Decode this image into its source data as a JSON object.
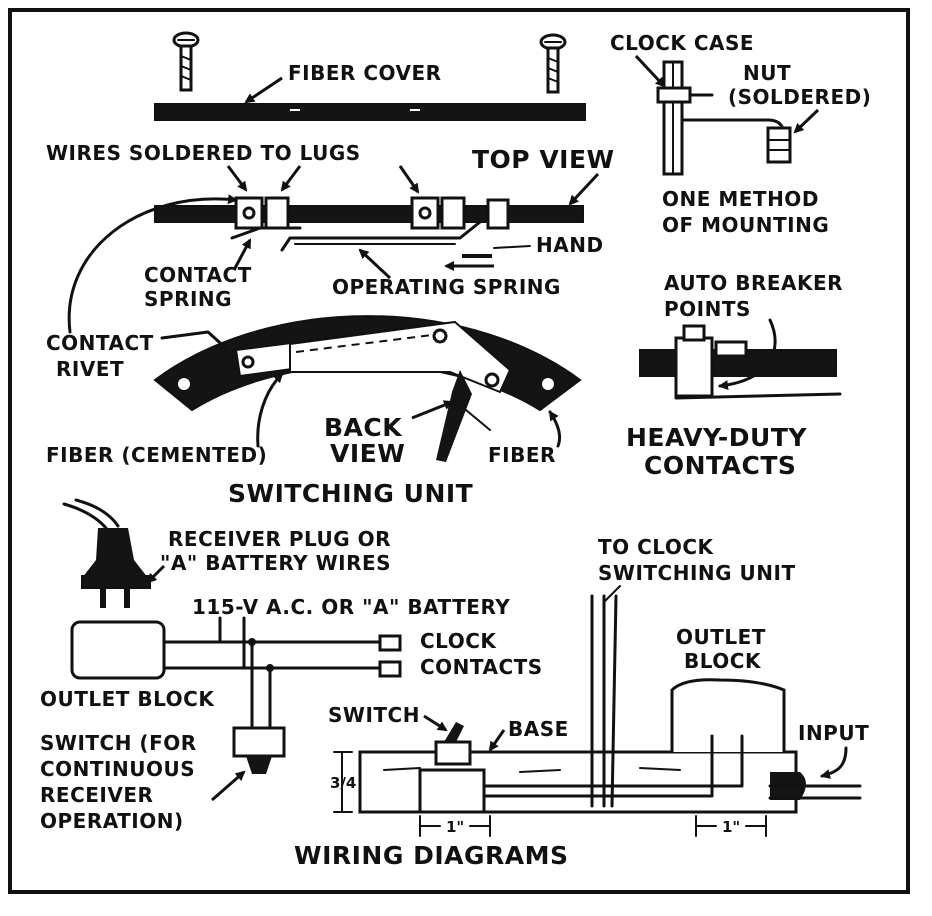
{
  "labels": {
    "fiber_cover": "FIBER COVER",
    "clock_case": "CLOCK CASE",
    "nut": "NUT",
    "soldered": "(SOLDERED)",
    "wires_soldered": "WIRES SOLDERED TO LUGS",
    "top_view": "TOP VIEW",
    "one_method": "ONE METHOD",
    "of_mounting": "OF MOUNTING",
    "hand": "HAND",
    "contact": "CONTACT",
    "spring": "SPRING",
    "operating_spring": "OPERATING SPRING",
    "auto_breaker": "AUTO BREAKER",
    "points": "POINTS",
    "contact2": "CONTACT",
    "rivet": "RIVET",
    "back": "BACK",
    "view": "VIEW",
    "fiber_cemented": "FIBER (CEMENTED)",
    "fiber": "FIBER",
    "heavy_duty": "HEAVY-DUTY",
    "contacts": "CONTACTS",
    "switching_unit": "SWITCHING UNIT",
    "receiver_plug": "RECEIVER PLUG OR",
    "a_battery_wires": "\"A\" BATTERY WIRES",
    "to_clock": "TO CLOCK",
    "switching_unit2": "SWITCHING UNIT",
    "ac_or_battery": "115-V A.C. OR \"A\" BATTERY",
    "clock": "CLOCK",
    "contacts2": "CONTACTS",
    "outlet": "OUTLET",
    "block": "BLOCK",
    "outlet_block": "OUTLET BLOCK",
    "switch_for": "SWITCH (FOR",
    "continuous": "CONTINUOUS",
    "receiver": "RECEIVER",
    "operation": "OPERATION)",
    "switch": "SWITCH",
    "base": "BASE",
    "input": "INPUT",
    "three_quarter": "3/4",
    "dim_left": "1\"",
    "dim_right": "1\"",
    "wiring_diagrams": "WIRING DIAGRAMS"
  }
}
